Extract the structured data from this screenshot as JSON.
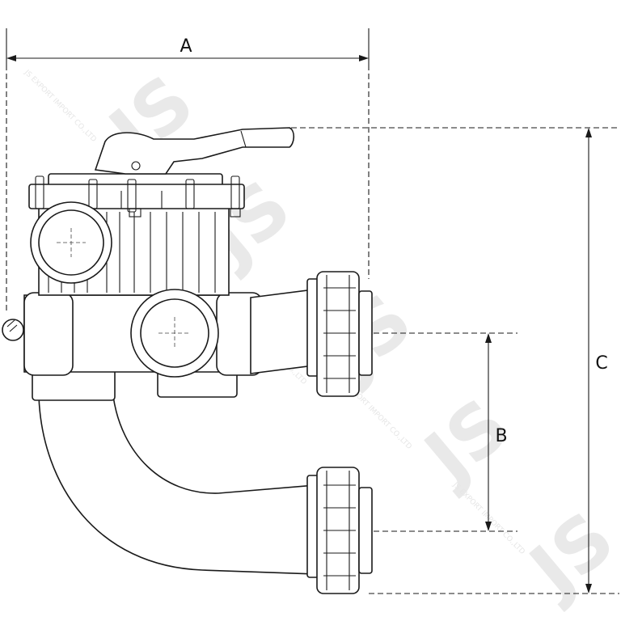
{
  "dimensions": {
    "a": "A",
    "b": "B",
    "c": "C"
  },
  "watermark": {
    "logo": "JS",
    "text": "JS EXPORT IMPORT CO.,LTD"
  },
  "colors": {
    "line": "#1a1a1a",
    "background": "#ffffff",
    "watermark": "#e9e9e9"
  }
}
